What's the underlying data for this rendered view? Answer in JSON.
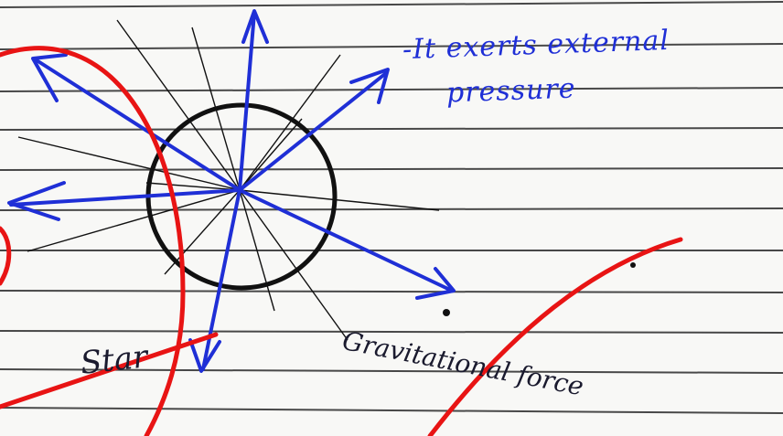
{
  "annotation": {
    "line1": "-It exerts external",
    "line2": "pressure"
  },
  "labels": {
    "star": "Star",
    "force": "Gravitational force"
  },
  "colors": {
    "paper": "#f8f8f6",
    "ruled_line": "#2a2a2a",
    "blue_ink": "#1f2fd6",
    "black_ink": "#111111",
    "red_mark": "#e81414"
  }
}
